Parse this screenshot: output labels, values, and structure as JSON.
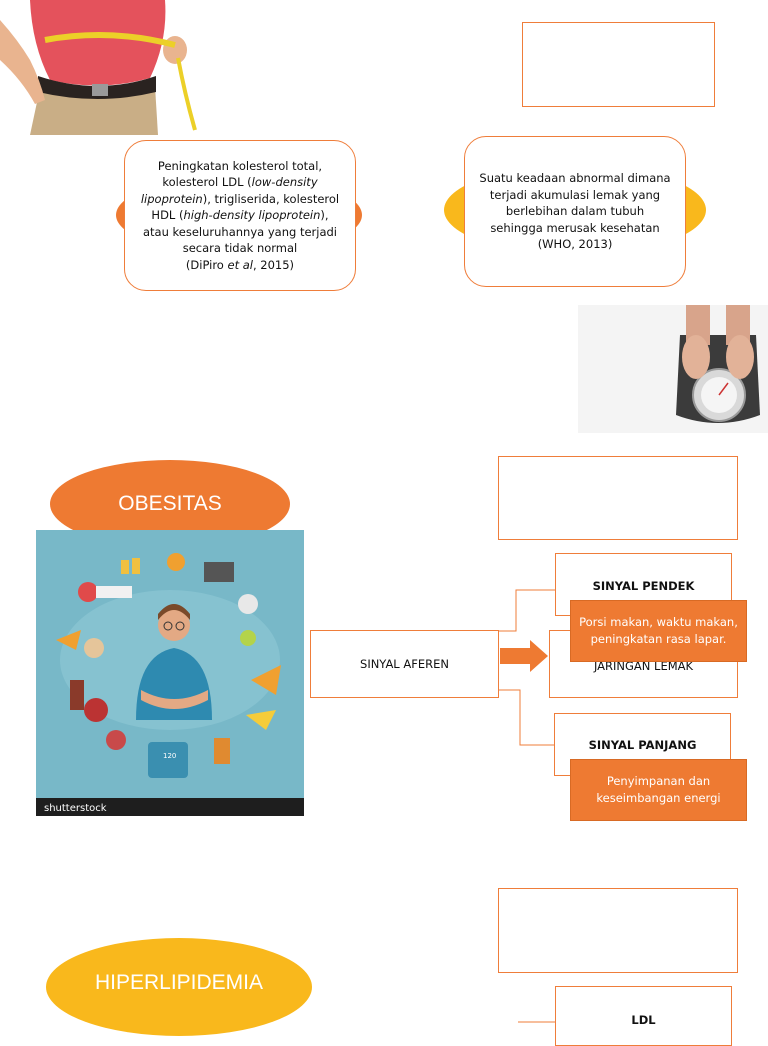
{
  "top_left_box": {
    "line1": "Peningkatan kolesterol total,",
    "line2a": "kolesterol LDL (",
    "line2i": "low-density",
    "line3i": "lipoprotein",
    "line3b": "), trigliserida, kolesterol",
    "line4a": "HDL (",
    "line4i": "high-density lipoprotein",
    "line4b": "),",
    "line5": "atau keseluruhannya yang terjadi",
    "line6": "secara tidak normal",
    "line7a": "(DiPiro ",
    "line7i": "et al",
    "line7b": ", 2015)"
  },
  "top_right_box": {
    "line1": "Suatu keadaan abnormal dimana",
    "line2": "terjadi akumulasi lemak yang",
    "line3": "berlebihan dalam tubuh",
    "line4": "sehingga merusak kesehatan",
    "line5": "(WHO, 2013)"
  },
  "obesitas": {
    "label": "OBESITAS"
  },
  "hiperlipidemia": {
    "label": "HIPERLIPIDEMIA"
  },
  "flow": {
    "sinyal_aferen": "SINYAL AFEREN",
    "sinyal_pendek": "SINYAL PENDEK",
    "porsi": "Porsi makan, waktu makan, peningkatan rasa lapar.",
    "jaringan_lemak": "JARINGAN LEMAK",
    "sinyal_panjang": "SINYAL PANJANG",
    "penyimpanan": "Penyimpanan dan keseimbangan energi",
    "ldl": "LDL"
  },
  "stock_image": {
    "brand": "shutterstock",
    "scale_reading": "120"
  },
  "colors": {
    "orange": "#ee7a32",
    "yellow": "#f9b81c",
    "teal": "#78b8c8"
  }
}
